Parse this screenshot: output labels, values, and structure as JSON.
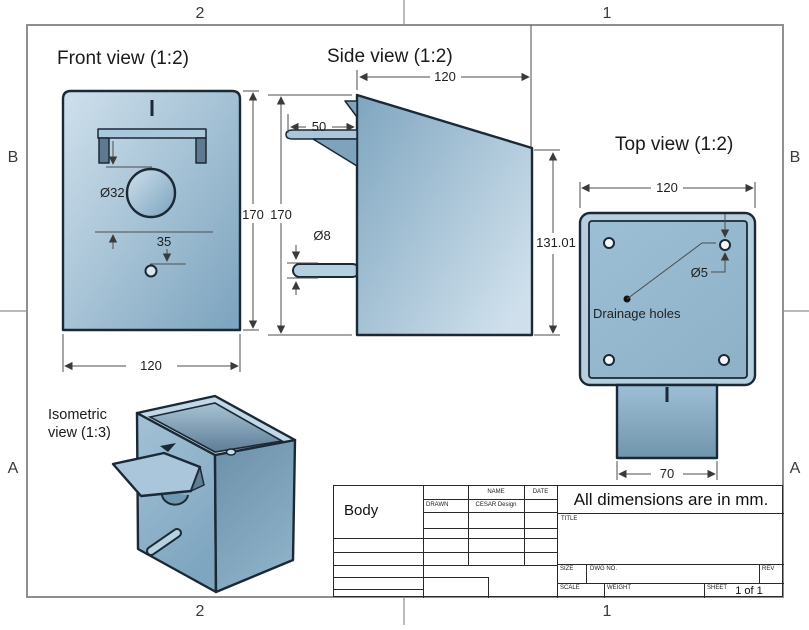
{
  "frame": {
    "zone_col_2": "2",
    "zone_col_1": "1",
    "zone_row_b": "B",
    "zone_row_a": "A"
  },
  "views": {
    "front": {
      "title": "Front view (1:2)",
      "dim_hole_dia": "Ø32",
      "dim_hole_offset": "35",
      "dim_height": "170",
      "dim_width": "120"
    },
    "side": {
      "title": "Side view (1:2)",
      "dim_depth": "120",
      "dim_hood": "50",
      "dim_height": "170",
      "dim_perch_dia": "Ø8",
      "dim_back_height": "131.01"
    },
    "top": {
      "title": "Top view (1:2)",
      "dim_width": "120",
      "dim_drain_dia": "Ø5",
      "dim_bracket": "70",
      "annotation": "Drainage holes"
    },
    "iso": {
      "title_line1": "Isometric",
      "title_line2": "view (1:3)"
    }
  },
  "title_block": {
    "part_name": "Body",
    "col_name": "NAME",
    "col_date": "DATE",
    "row_drawn": "DRAWN",
    "drawn_by": "CESAR Design",
    "note": "All dimensions are in mm.",
    "label_title": "TITLE",
    "label_size": "SIZE",
    "label_dwg_no": "DWG NO.",
    "label_rev": "REV",
    "label_scale": "SCALE",
    "label_weight": "WEIGHT",
    "label_sheet": "SHEET",
    "sheet_value": "1 of 1"
  },
  "colors": {
    "part_light": "#cfe0ec",
    "part_mid": "#9dbfd6",
    "part_deep": "#7fa6c0",
    "part_dark": "#5e7e96",
    "outline": "#1b2936",
    "dim": "#4d4d4d",
    "frame": "#8f8f8f"
  }
}
